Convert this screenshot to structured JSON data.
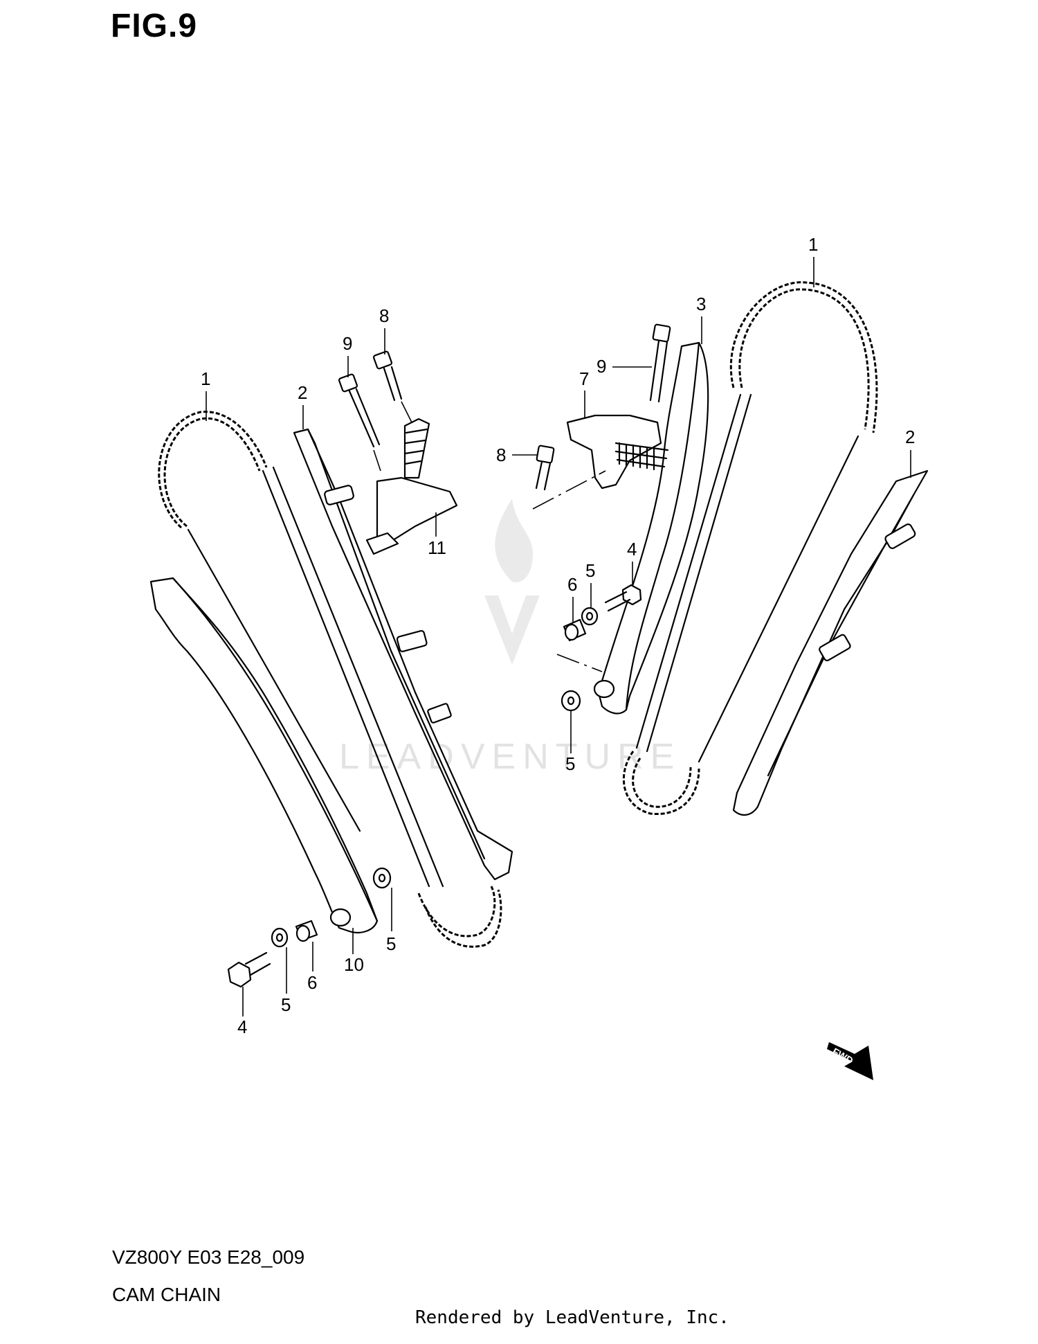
{
  "figure": {
    "title": "FIG.9",
    "model_code": "VZ800Y E03 E28_009",
    "assembly_name": "CAM CHAIN",
    "rendered_by": "Rendered by LeadVenture, Inc.",
    "watermark": "LEADVENTURE",
    "direction_badge": "FWD"
  },
  "callouts": {
    "c1_left": "1",
    "c2_left": "2",
    "c9_left": "9",
    "c8_left": "8",
    "c11": "11",
    "c10": "10",
    "c5_left_washer": "5",
    "c5_left_bottom": "5",
    "c6_left": "6",
    "c4_left": "4",
    "c1_right": "1",
    "c3": "3",
    "c9_right": "9",
    "c7": "7",
    "c8_right": "8",
    "c2_right": "2",
    "c4_right": "4",
    "c5_right_top": "5",
    "c6_right": "6",
    "c5_right_bottom": "5"
  }
}
